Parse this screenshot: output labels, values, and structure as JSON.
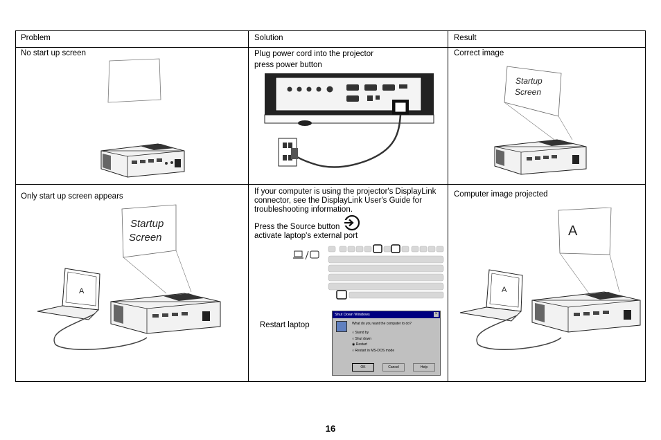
{
  "table": {
    "headers": [
      "Problem",
      "Solution",
      "Result"
    ],
    "rows": [
      {
        "problem": "No start up screen",
        "solution_lines": [
          "Plug power cord into the projector",
          "press power button"
        ],
        "result": "Correct image",
        "result_screen_text": [
          "Startup",
          "Screen"
        ]
      },
      {
        "problem": "Only start up screen appears",
        "problem_screen_text": [
          "Startup",
          "Screen"
        ],
        "problem_laptop_text": "A",
        "solution_paragraph": "If your computer is using the projector's DisplayLink connector, see the DisplayLink User's Guide for troubleshooting information.",
        "solution_source_line": "Press the Source button",
        "solution_port_line": "activate laptop's external port",
        "solution_restart": "Restart laptop",
        "result": "Computer image projected",
        "result_screen_text": "A",
        "result_laptop_text": "A"
      }
    ]
  },
  "dialog": {
    "title": "Shut Down Windows",
    "question": "What do you want the computer to do?",
    "options": [
      "Stand by",
      "Shut down",
      "Restart",
      "Restart in MS-DOS mode"
    ],
    "selected": "Restart",
    "buttons": [
      "OK",
      "Cancel",
      "Help"
    ]
  },
  "icons": [
    "power-cord-icon",
    "source-button-icon",
    "laptop-monitor-icon",
    "keyboard-icon",
    "projector-icon"
  ],
  "page_number": "16"
}
